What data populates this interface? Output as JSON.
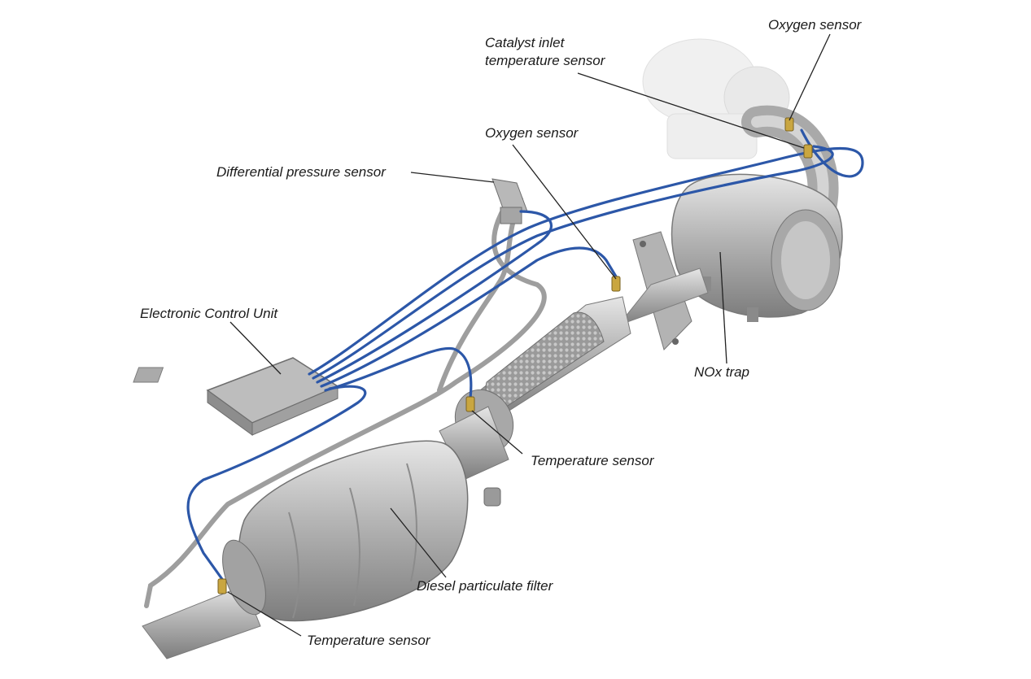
{
  "labels": {
    "oxygen_sensor_top": "Oxygen sensor",
    "catalyst_inlet_line1": "Catalyst inlet",
    "catalyst_inlet_line2": "temperature sensor",
    "oxygen_sensor_mid": "Oxygen sensor",
    "differential_pressure": "Differential pressure sensor",
    "ecu": "Electronic Control Unit",
    "nox_trap": "NOx trap",
    "temperature_sensor_mid": "Temperature sensor",
    "diesel_particulate_filter": "Diesel particulate filter",
    "temperature_sensor_bottom": "Temperature sensor"
  },
  "colors": {
    "wire": "#2c57a8",
    "metal": "#b9b9b9",
    "leader": "#222222",
    "sensor": "#c9a640"
  }
}
